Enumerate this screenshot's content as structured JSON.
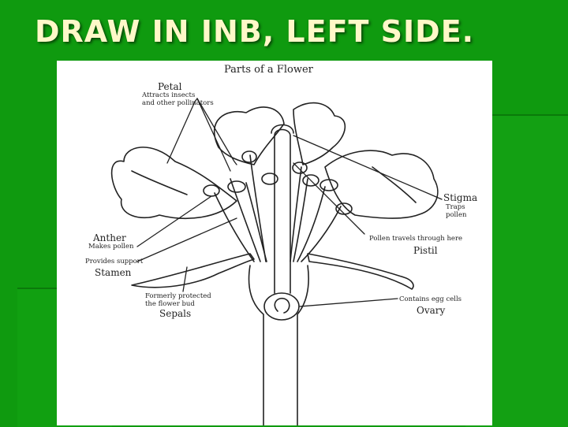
{
  "slide": {
    "title": "DRAW IN INB, LEFT SIDE."
  },
  "diagram": {
    "title": "Parts of a Flower",
    "petal": {
      "name": "Petal",
      "note_line1": "Attracts insects",
      "note_line2": "and other pollinators"
    },
    "stigma": {
      "name": "Stigma",
      "note_line1": "Traps",
      "note_line2": "pollen"
    },
    "pistil": {
      "name": "Pistil",
      "note": "Pollen travels through here"
    },
    "anther": {
      "name": "Anther",
      "note": "Makes pollen"
    },
    "stamen": {
      "name": "Stamen",
      "note": "Provides support"
    },
    "sepals": {
      "name": "Sepals",
      "note_line1": "Formerly protected",
      "note_line2": "the flower bud"
    },
    "ovary": {
      "name": "Ovary",
      "note": "Contains egg cells"
    }
  },
  "colors": {
    "background": "#0f9a0f",
    "title_text": "#fff8c8",
    "figure_bg": "#ffffff",
    "ink": "#222222"
  }
}
